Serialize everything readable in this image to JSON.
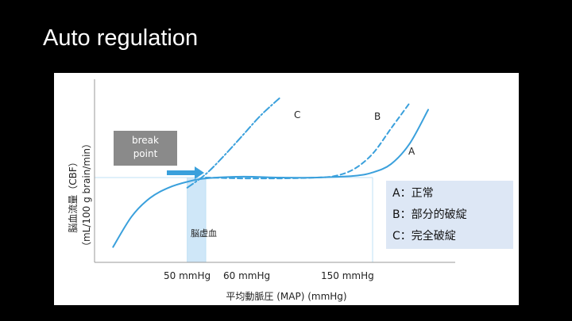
{
  "slide": {
    "title": "Auto regulation"
  },
  "colors": {
    "curve": "#3aa0dc",
    "guide": "#bfe0f4",
    "shade": "#cfe7f8",
    "legend_bg": "#dde7f5",
    "callout_bg": "#8a8a8a"
  },
  "chart_data": {
    "type": "line",
    "xlabel": "平均動脈圧 (MAP) (mmHg)",
    "ylabel_line1": "脳血流量（CBF）",
    "ylabel_line2": "（mL/100 g brain/min）",
    "x_ticks": [
      {
        "value": 50,
        "label": "50 mmHg"
      },
      {
        "value": 60,
        "label": "60 mmHg"
      },
      {
        "value": 150,
        "label": "150 mmHg"
      }
    ],
    "xlim": [
      0,
      180
    ],
    "ylim": [
      0,
      100
    ],
    "plateau_value": 50,
    "series": [
      {
        "name": "A",
        "style": "solid",
        "x": [
          10,
          20,
          30,
          40,
          50,
          60,
          80,
          100,
          120,
          140,
          150,
          160,
          170,
          180
        ],
        "y": [
          9,
          27,
          38,
          44,
          47.5,
          49.5,
          50.5,
          50,
          50,
          51,
          53,
          58,
          70,
          90
        ]
      },
      {
        "name": "B",
        "style": "dashed",
        "x": [
          60,
          80,
          100,
          120,
          130,
          140,
          150,
          160,
          170
        ],
        "y": [
          50,
          49.5,
          49.5,
          50,
          51,
          55,
          64,
          79,
          94
        ]
      },
      {
        "name": "C",
        "style": "dashdot",
        "x": [
          50,
          60,
          70,
          80,
          90,
          100
        ],
        "y": [
          44,
          52,
          63,
          75,
          87,
          97
        ]
      }
    ],
    "annotations": {
      "break_point_line1": "break",
      "break_point_line2": "point",
      "region_label": "脳虚血",
      "region_x": [
        50,
        60
      ]
    },
    "legend": {
      "placement": "right",
      "items": [
        {
          "key": "A",
          "text": "A：正常"
        },
        {
          "key": "B",
          "text": "B：部分的破綻"
        },
        {
          "key": "C",
          "text": "C：完全破綻"
        }
      ]
    }
  }
}
